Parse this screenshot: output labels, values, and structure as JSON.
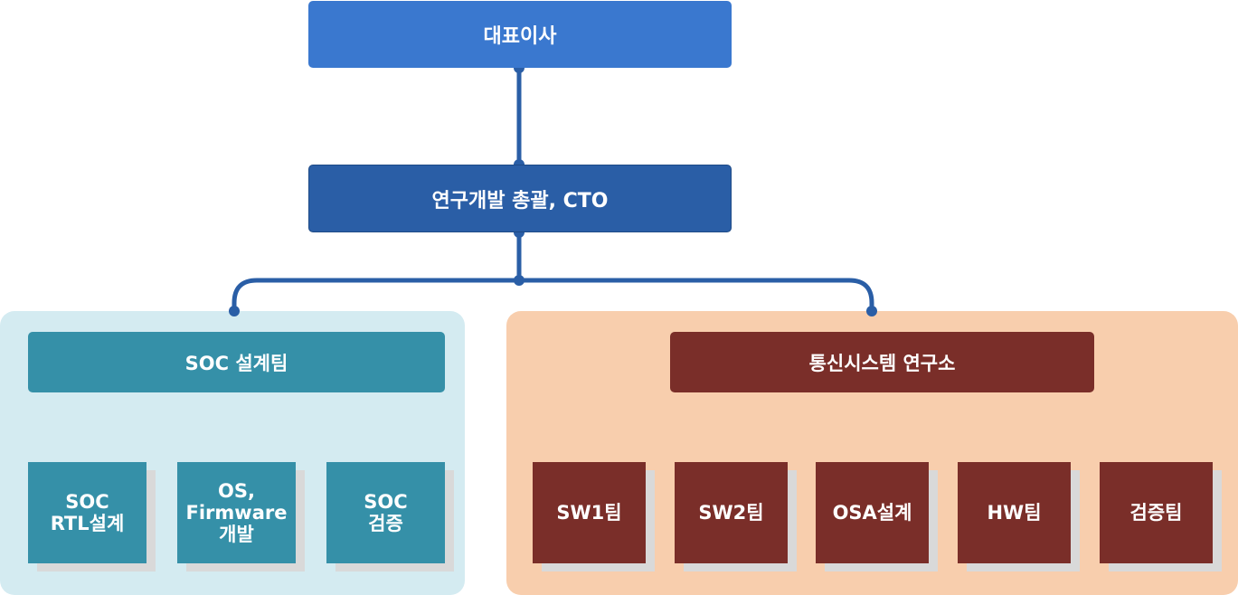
{
  "ceo": {
    "label": "대표이사"
  },
  "cto": {
    "label": "연구개발 총괄, CTO"
  },
  "soc_team": {
    "label": "SOC 설계팀",
    "subteams": [
      {
        "label": "SOC\nRTL설계"
      },
      {
        "label": "OS,\nFirmware\n개발"
      },
      {
        "label": "SOC\n검증"
      }
    ]
  },
  "comm_lab": {
    "label": "통신시스템 연구소",
    "subteams": [
      {
        "label": "SW1팀"
      },
      {
        "label": "SW2팀"
      },
      {
        "label": "OSA설계"
      },
      {
        "label": "HW팀"
      },
      {
        "label": "검증팀"
      }
    ]
  },
  "colors": {
    "ceo": "#3a78cf",
    "cto": "#2a5ea6",
    "connector": "#2a5ea6",
    "soc_group_bg": "#d4ebf1",
    "soc_accent": "#3590a8",
    "comm_group_bg": "#f8cead",
    "comm_accent": "#7a2e29",
    "shadow": "#d9d9d9"
  }
}
